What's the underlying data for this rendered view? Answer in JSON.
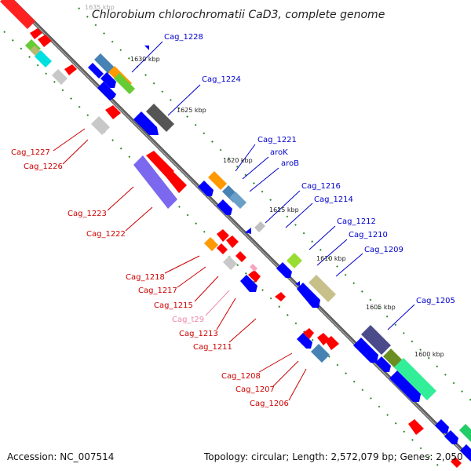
{
  "title": "Chlorobium chlorochromatii CaD3, complete genome",
  "accession": "Accession: NC_007514",
  "topology": "Topology: circular; Length: 2,572,079 bp; Genes: 2,050",
  "colors": {
    "backbone": "#808080",
    "tick_dots": "#2e8b2e",
    "label_blue": "#0000cc",
    "label_red": "#cc0000",
    "label_pink": "#ee88aa",
    "gene_red": "#ff0000",
    "gene_blue": "#0000ff"
  },
  "ticks": [
    {
      "label": "1635 kbp"
    },
    {
      "label": "1630 kbp"
    },
    {
      "label": "1625 kbp"
    },
    {
      "label": "1620 kbp"
    },
    {
      "label": "1615 kbp"
    },
    {
      "label": "1610 kbp"
    },
    {
      "label": "1605 kbp"
    },
    {
      "label": "1600 kbp"
    }
  ],
  "labels_top": [
    {
      "text": "Cag_1228"
    },
    {
      "text": "Cag_1224"
    },
    {
      "text": "Cag_1221"
    },
    {
      "text": "aroK"
    },
    {
      "text": "aroB"
    },
    {
      "text": "Cag_1216"
    },
    {
      "text": "Cag_1214"
    },
    {
      "text": "Cag_1212"
    },
    {
      "text": "Cag_1210"
    },
    {
      "text": "Cag_1209"
    },
    {
      "text": "Cag_1205"
    }
  ],
  "labels_bottom": [
    {
      "text": "Cag_1227"
    },
    {
      "text": "Cag_1226"
    },
    {
      "text": "Cag_1223"
    },
    {
      "text": "Cag_1222"
    },
    {
      "text": "Cag_1218"
    },
    {
      "text": "Cag_1217"
    },
    {
      "text": "Cag_1215"
    },
    {
      "text": "Cag_t29"
    },
    {
      "text": "Cag_1213"
    },
    {
      "text": "Cag_1211"
    },
    {
      "text": "Cag_1208"
    },
    {
      "text": "Cag_1207"
    },
    {
      "text": "Cag_1206"
    }
  ]
}
